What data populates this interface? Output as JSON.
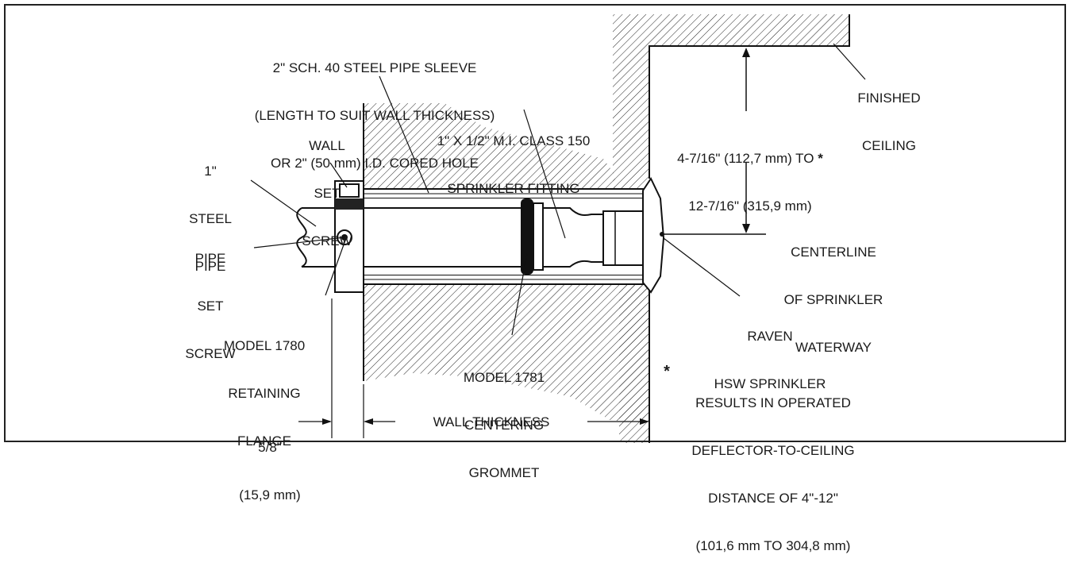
{
  "labels": {
    "sleeve": [
      "2\" SCH. 40 STEEL PIPE SLEEVE",
      "(LENGTH TO SUIT WALL THICKNESS)",
      "OR 2\" (50 mm) I.D. CORED HOLE"
    ],
    "fitting": [
      "1\" X 1/2\" M.I. CLASS 150",
      "SPRINKLER FITTING"
    ],
    "wall_set_screw": [
      "WALL",
      "SET",
      "SCREW"
    ],
    "steel_pipe": [
      "1\"",
      "STEEL",
      "PIPE"
    ],
    "pipe_set_screw": [
      "PIPE",
      "SET",
      "SCREW"
    ],
    "retaining_flange": [
      "MODEL 1780",
      "RETAINING",
      "FLANGE"
    ],
    "centering_grommet": [
      "MODEL 1781",
      "CENTERING",
      "GROMMET"
    ],
    "finished_ceiling": [
      "FINISHED",
      "CEILING"
    ],
    "distance": [
      "4-7/16\" (112,7 mm) TO",
      "12-7/16\" (315,9 mm)"
    ],
    "distance_star": "*",
    "centerline": [
      "CENTERLINE",
      "OF SPRINKLER",
      "WATERWAY"
    ],
    "sprinkler": [
      "RAVEN",
      "HSW SPRINKLER"
    ],
    "note_star": "*",
    "note": [
      "RESULTS IN OPERATED",
      "DEFLECTOR-TO-CEILING",
      "DISTANCE OF 4\"-12\"",
      "(101,6 mm TO 304,8 mm)"
    ],
    "flange_dim": [
      "5/8\"",
      "(15,9 mm)"
    ],
    "wall_thickness": "WALL THICKNESS"
  }
}
